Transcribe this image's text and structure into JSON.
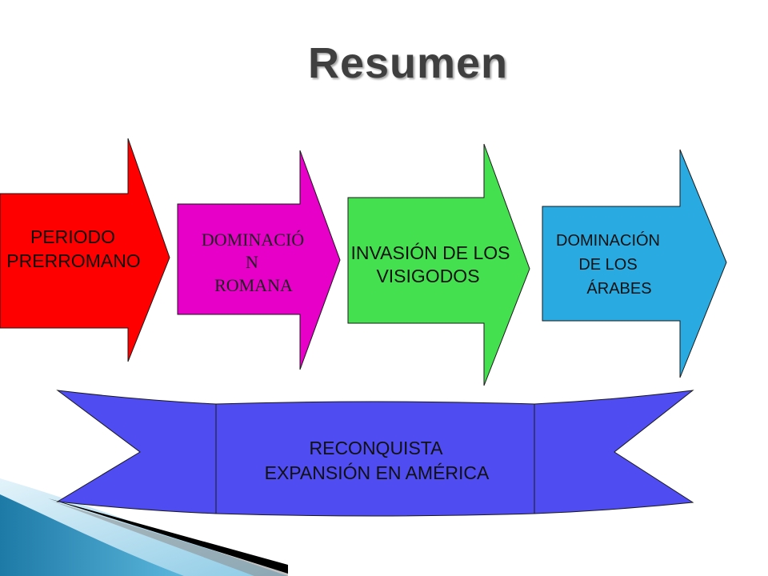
{
  "title": "Resumen",
  "arrows": [
    {
      "color": "#ff0000",
      "lines": [
        "PERIODO",
        "PRERROMANO"
      ]
    },
    {
      "color": "#e600c8",
      "lines": [
        "DOMINACIÓ",
        "N",
        "ROMANA"
      ]
    },
    {
      "color": "#44e04f",
      "lines": [
        "INVASIÓN DE LOS",
        "VISIGODOS"
      ]
    },
    {
      "color": "#29abe2",
      "lines": [
        "DOMINACIÓN",
        "DE LOS",
        "ÁRABES"
      ]
    }
  ],
  "ribbon": {
    "color": "#4f4cf2",
    "lines": [
      "RECONQUISTA",
      "EXPANSIÓN EN AMÉRICA"
    ]
  }
}
